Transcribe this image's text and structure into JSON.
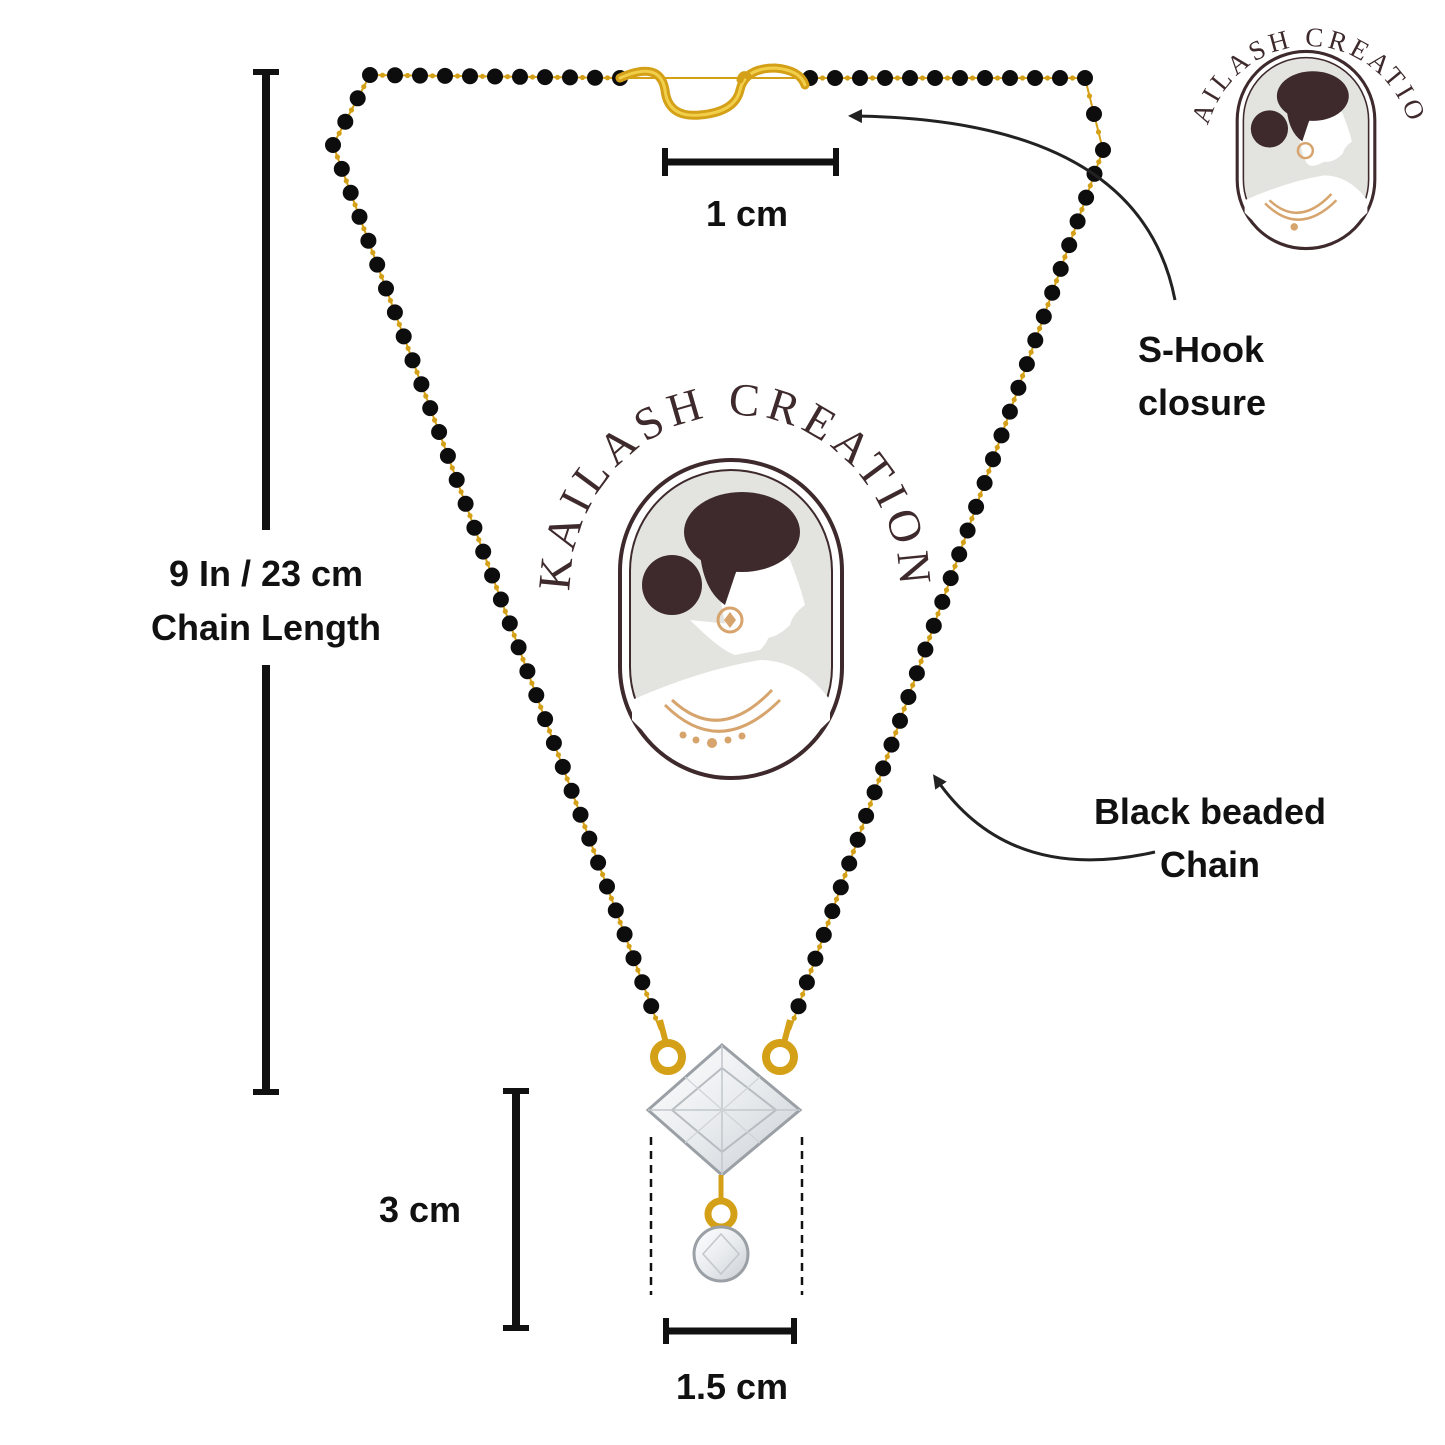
{
  "brand": {
    "name": "KAILASH CREATION"
  },
  "labels": {
    "chain_length_line1": "9 In / 23 cm",
    "chain_length_line2": "Chain Length",
    "hook_width": "1 cm",
    "pendant_height": "3 cm",
    "pendant_width": "1.5 cm",
    "closure_line1": "S-Hook",
    "closure_line2": "closure",
    "chain_line1": "Black beaded",
    "chain_line2": "Chain"
  },
  "colors": {
    "bead": "#0d0d0d",
    "gold": "#d4a017",
    "gold_light": "#f2cf4a",
    "ink": "#111111",
    "logo_frame": "#3e2a2c",
    "logo_bg": "#e3e3df",
    "hair": "#3e2a2c",
    "jewelry": "#d6a46c",
    "crystal_edge": "#9aa0a6"
  }
}
